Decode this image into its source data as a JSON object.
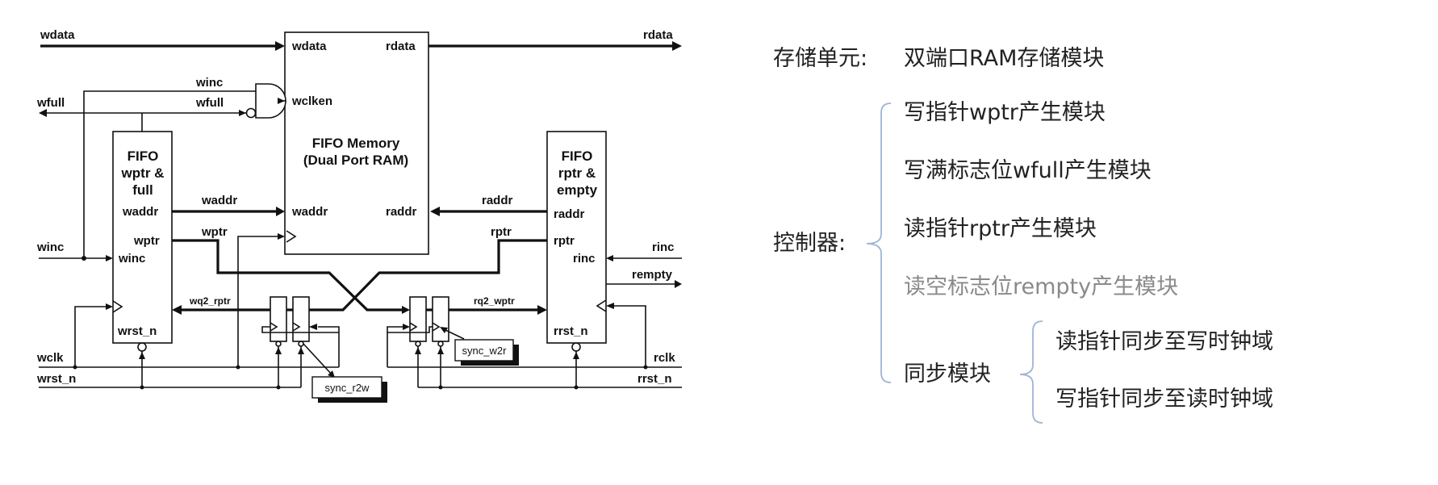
{
  "diagram": {
    "memory": {
      "title_line1": "FIFO Memory",
      "title_line2": "(Dual Port RAM)",
      "port_wdata": "wdata",
      "port_rdata": "rdata",
      "port_wclken": "wclken",
      "port_waddr": "waddr",
      "port_raddr": "raddr"
    },
    "wblock": {
      "title_line1": "FIFO",
      "title_line2": "wptr &",
      "title_line3": "full",
      "port_waddr": "waddr",
      "port_wptr": "wptr",
      "port_winc": "winc",
      "port_wrst": "wrst_n"
    },
    "rblock": {
      "title_line1": "FIFO",
      "title_line2": "rptr &",
      "title_line3": "empty",
      "port_raddr": "raddr",
      "port_rptr": "rptr",
      "port_rinc": "rinc",
      "port_rrst": "rrst_n"
    },
    "signals": {
      "wdata": "wdata",
      "rdata": "rdata",
      "winc_gate": "winc",
      "wfull_gate": "wfull",
      "wfull_out": "wfull",
      "waddr": "waddr",
      "raddr": "raddr",
      "wptr": "wptr",
      "rptr": "rptr",
      "winc_in": "winc",
      "rinc_in": "rinc",
      "rempty_out": "rempty",
      "wq2_rptr": "wq2_rptr",
      "rq2_wptr": "rq2_wptr",
      "wclk": "wclk",
      "wrst_n": "wrst_n",
      "rclk": "rclk",
      "rrst_n": "rrst_n"
    },
    "sync_tags": {
      "r2w": "sync_r2w",
      "w2r": "sync_w2r"
    }
  },
  "legend": {
    "storage_label": "存储单元:",
    "storage_value": "双端口RAM存储模块",
    "controller_label": "控制器:",
    "controller_items": [
      "写指针wptr产生模块",
      "写满标志位wfull产生模块",
      "读指针rptr产生模块",
      "读空标志位rempty产生模块"
    ],
    "sync_label": "同步模块",
    "sync_items": [
      "读指针同步至写时钟域",
      "写指针同步至读时钟域"
    ],
    "bracket_color": "#9fb4d6",
    "faded_color": "#8a8a8a"
  }
}
